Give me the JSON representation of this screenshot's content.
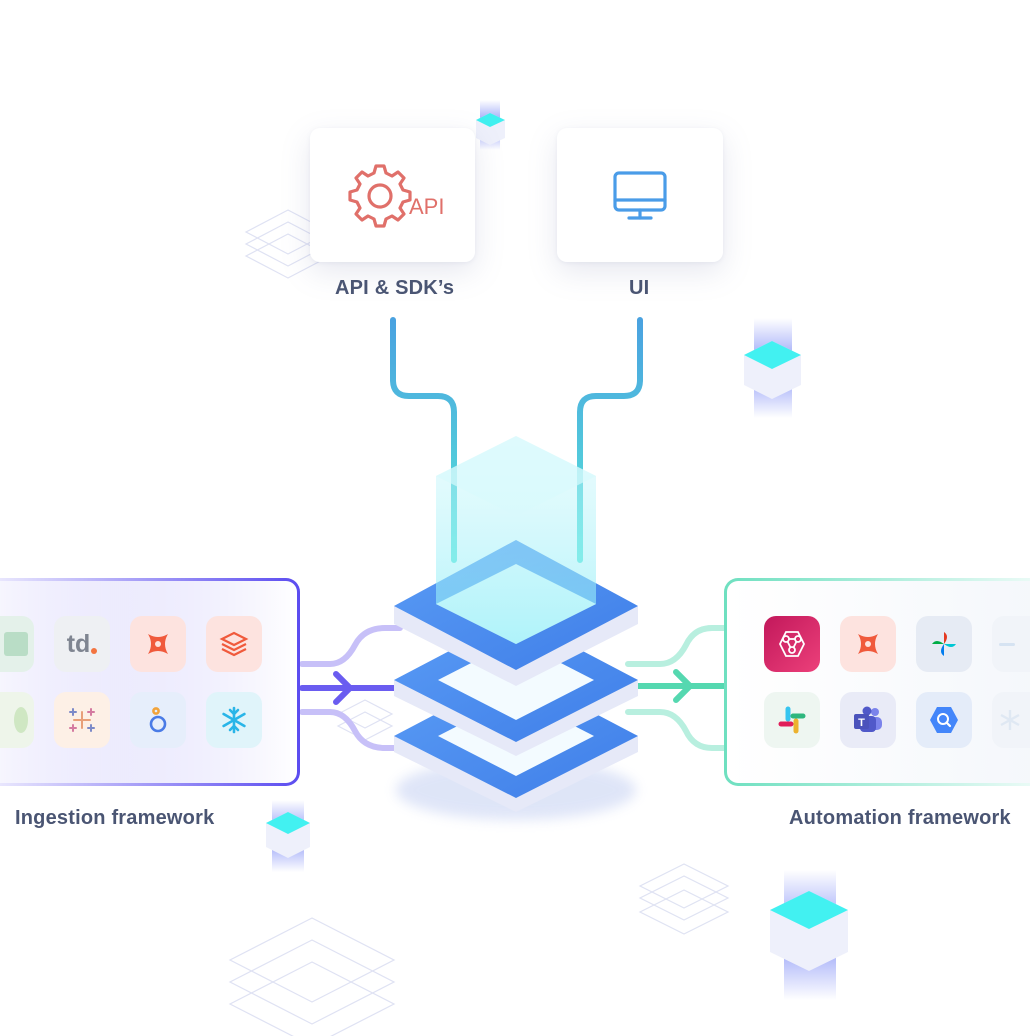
{
  "diagram": {
    "top_nodes": [
      {
        "id": "api",
        "label": "API & SDK’s",
        "icon": "gear-api-icon",
        "icon_text": "API",
        "icon_color": "#e0706a"
      },
      {
        "id": "ui",
        "label": "UI",
        "icon": "monitor-icon",
        "icon_color": "#4a9ce8"
      }
    ],
    "ingestion": {
      "label": "Ingestion framework",
      "border_color": "#6b5cf0",
      "tools": [
        {
          "name": "green-tool-icon",
          "bg": "#e8f4ee"
        },
        {
          "name": "teradata-logo-icon",
          "text": "td",
          "bg": "#eef0f3"
        },
        {
          "name": "dbt-logo-icon",
          "bg": "#fde3df"
        },
        {
          "name": "databricks-logo-icon",
          "bg": "#fde3df"
        },
        {
          "name": "leaf-tool-icon",
          "bg": "#eef5ea"
        },
        {
          "name": "tableau-logo-icon",
          "bg": "#fdf0e6"
        },
        {
          "name": "looker-logo-icon",
          "bg": "#e8f0fc"
        },
        {
          "name": "snowflake-logo-icon",
          "bg": "#e3f5fb"
        }
      ]
    },
    "automation": {
      "label": "Automation framework",
      "border_color": "#6ee0c0",
      "tools": [
        {
          "name": "eventbridge-logo-icon",
          "bg": "#e91e63"
        },
        {
          "name": "dbt-logo-icon",
          "bg": "#fde3df"
        },
        {
          "name": "airflow-logo-icon",
          "bg": "#e8edf5"
        },
        {
          "name": "faded-tool-icon",
          "bg": "#f2f5fa"
        },
        {
          "name": "slack-logo-icon",
          "bg": "#eef7f1"
        },
        {
          "name": "teams-logo-icon",
          "bg": "#eaecf7"
        },
        {
          "name": "bigquery-logo-icon",
          "bg": "#e6eefa"
        },
        {
          "name": "faded-tool-icon-2",
          "bg": "#f2f5fa"
        }
      ]
    },
    "colors": {
      "top_line": "#4aa8dc",
      "left_line": "#6b5cf0",
      "right_line": "#5fd8b0",
      "stack_top": "#4f8ff0",
      "glow": "#5ff0f0"
    }
  }
}
